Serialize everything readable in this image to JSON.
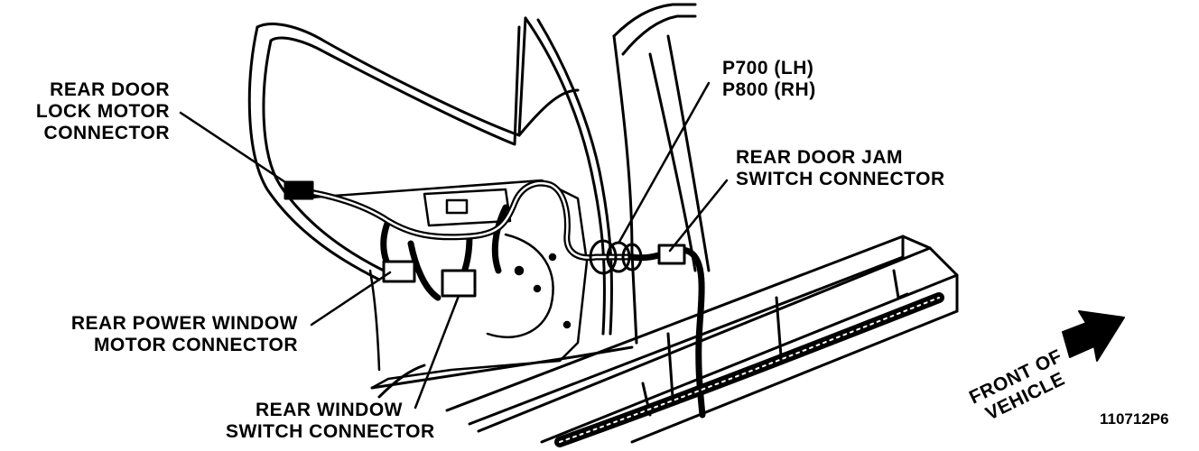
{
  "callouts": {
    "lock_motor": [
      "REAR DOOR",
      "LOCK MOTOR",
      "CONNECTOR"
    ],
    "p700": "P700 (LH)",
    "p800": "P800 (RH)",
    "jam_switch": [
      "REAR DOOR JAM",
      "SWITCH CONNECTOR"
    ],
    "power_window": [
      "REAR POWER WINDOW",
      "MOTOR CONNECTOR"
    ],
    "window_switch": [
      "REAR WINDOW",
      "SWITCH CONNECTOR"
    ],
    "front_of_vehicle": [
      "FRONT OF",
      "VEHICLE"
    ]
  },
  "figure_id": "110712P6",
  "colors": {
    "ink": "#000000",
    "paper": "#ffffff"
  }
}
